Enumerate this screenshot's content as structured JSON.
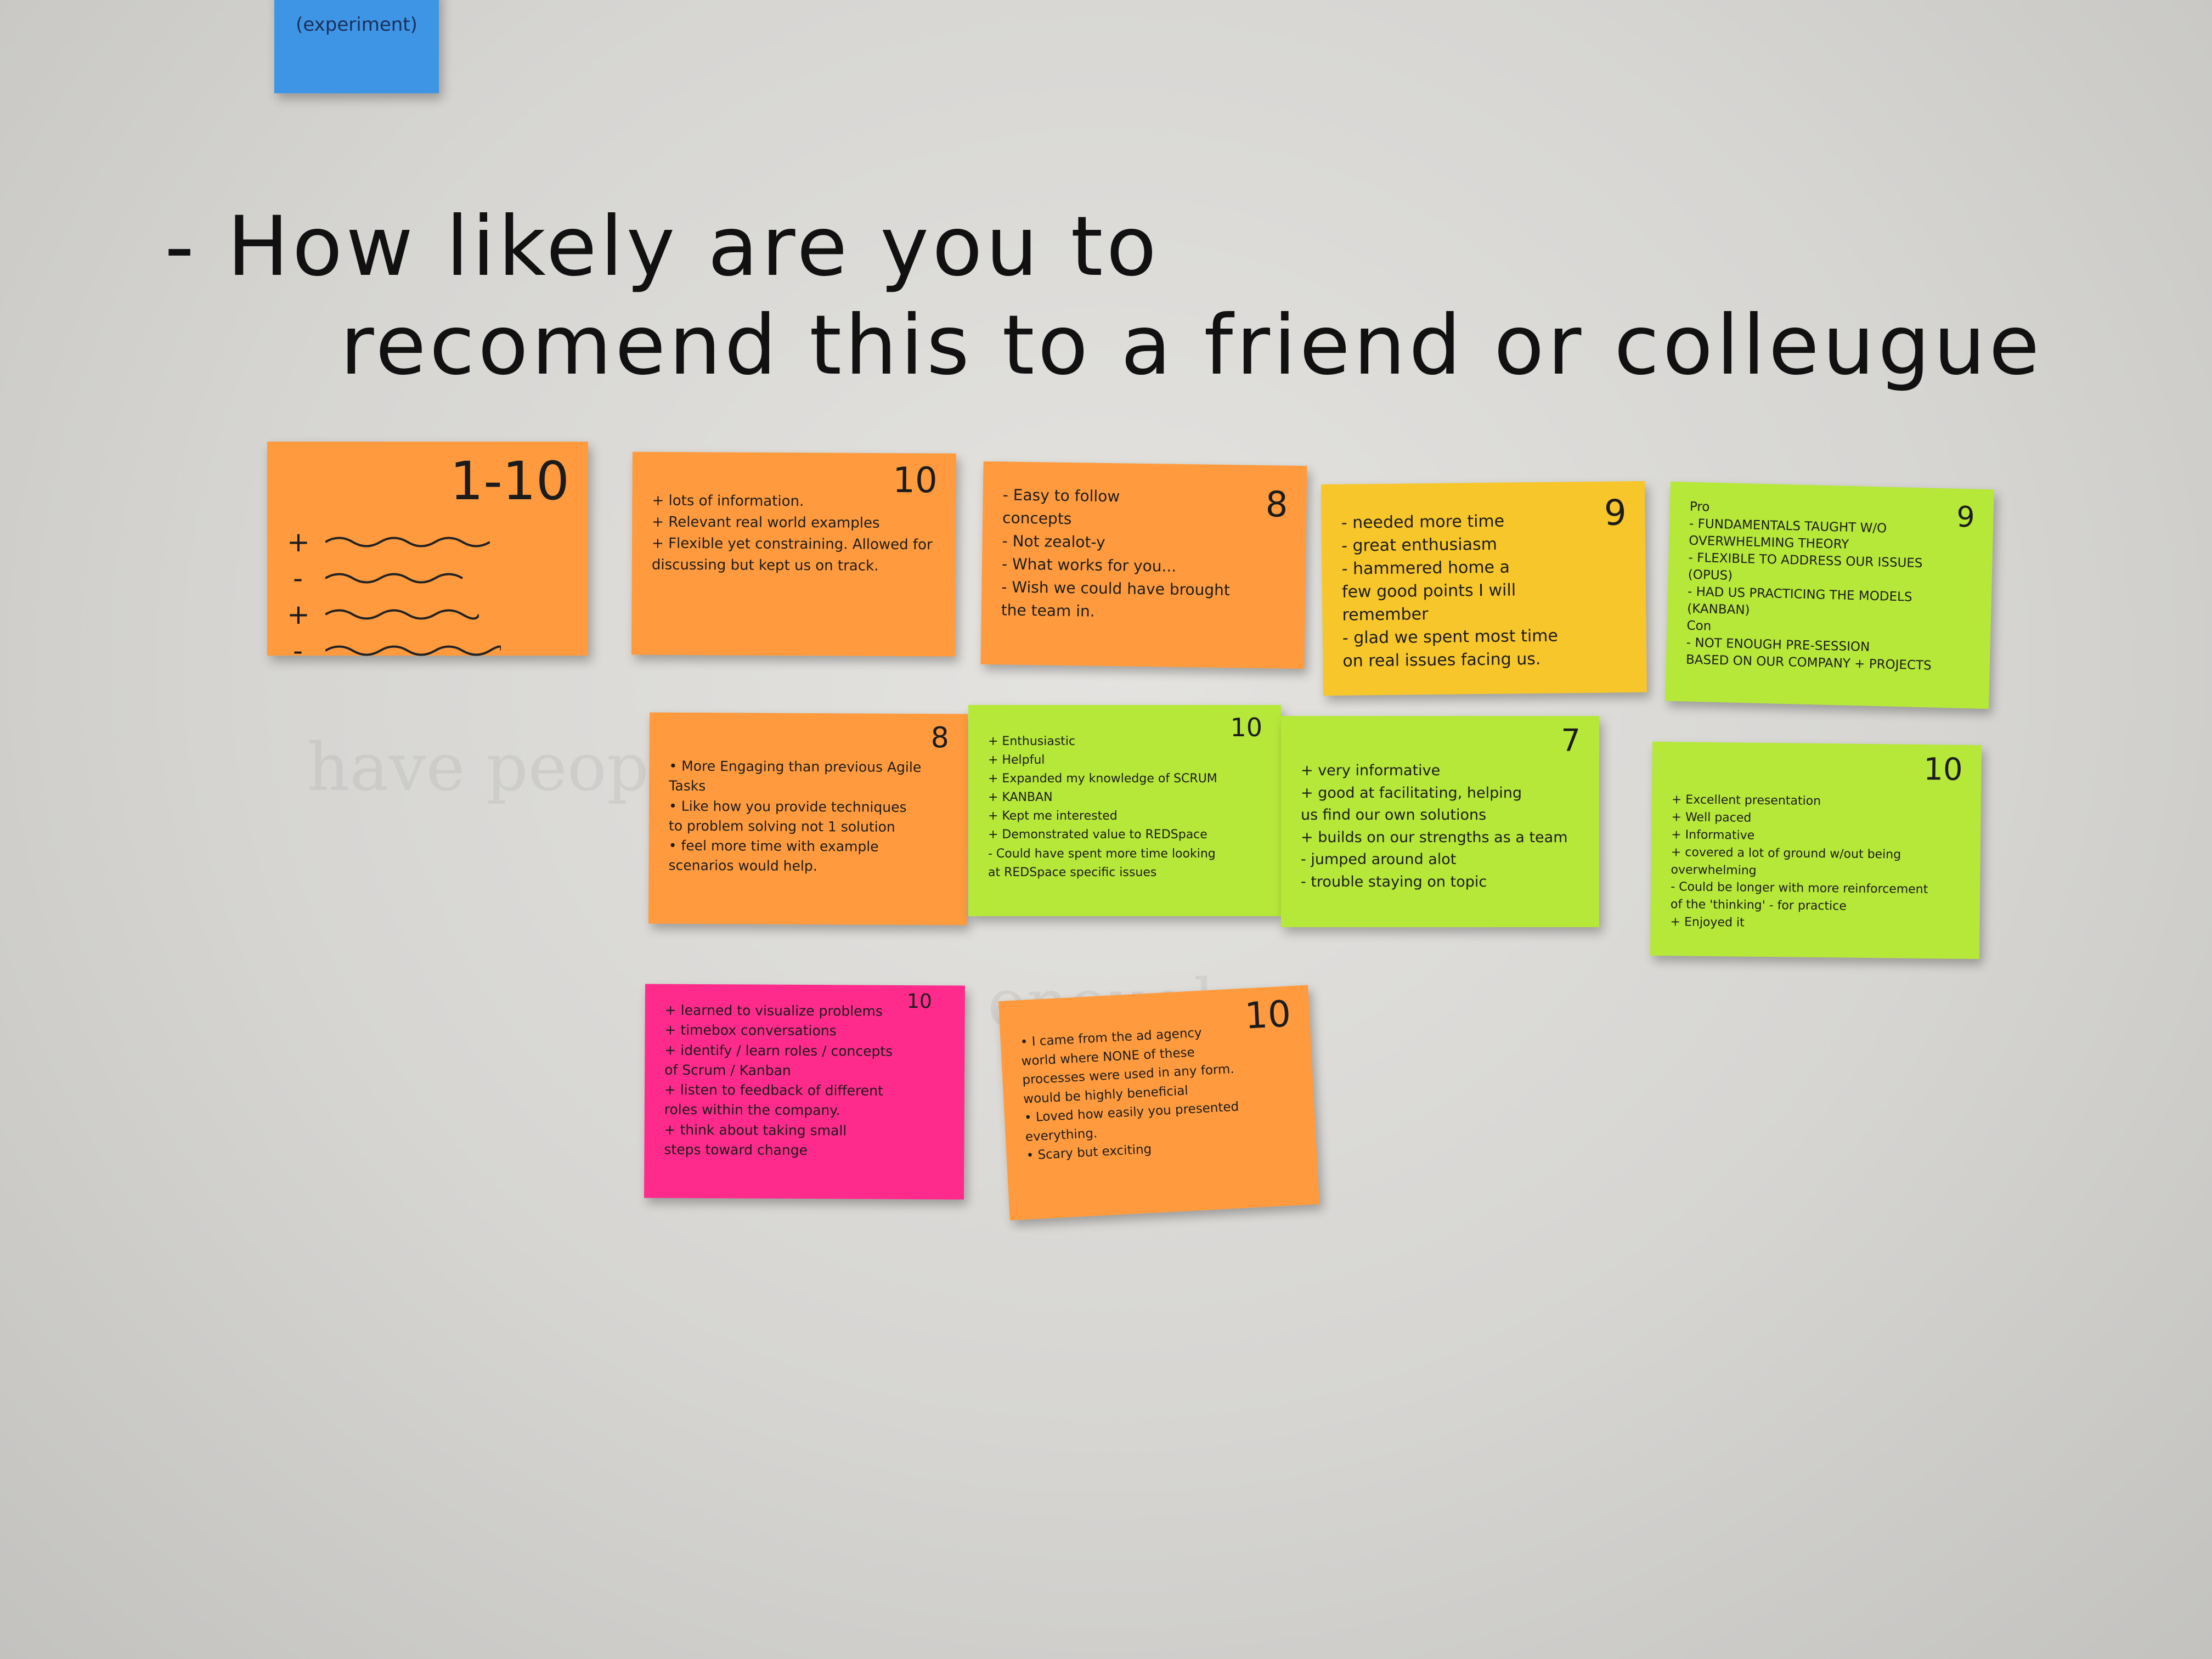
{
  "scene": {
    "background_color": "#d8d7d4",
    "note_colors": {
      "orange": "#ff9b3e",
      "yellow": "#f7c62a",
      "lime": "#b6e83a",
      "pink": "#ff2b8c",
      "blue": "#3e95e6"
    }
  },
  "top_note": {
    "text": "(experiment)"
  },
  "question": {
    "line1": "- How likely are you to",
    "line2": "recomend this to a friend or colleugue"
  },
  "legend_note": {
    "title": "1-10",
    "symbols": [
      "+",
      "-",
      "+",
      "-"
    ]
  },
  "notes": [
    {
      "score": "10",
      "lines": [
        "+ lots of information.",
        "+ Relevant real world examples",
        "+ Flexible yet constraining. Allowed for",
        "discussing but kept us on track."
      ]
    },
    {
      "score": "8",
      "lines": [
        "- Easy to follow",
        "concepts",
        "- Not zealot-y",
        "- What works for you...",
        "- Wish we could have brought",
        "the team in."
      ]
    },
    {
      "score": "9",
      "lines": [
        "- needed more time",
        "- great enthusiasm",
        "- hammered home a",
        "few good points I will",
        "remember",
        "- glad we spent most time",
        "on real issues facing us."
      ]
    },
    {
      "score": "9",
      "lines": [
        "Pro",
        "- FUNDAMENTALS TAUGHT W/O",
        "OVERWHELMING THEORY",
        "- FLEXIBLE TO ADDRESS OUR ISSUES",
        "(OPUS)",
        "- HAD US PRACTICING THE MODELS",
        "(KANBAN)",
        "Con",
        "- NOT ENOUGH PRE-SESSION",
        "BASED ON OUR COMPANY + PROJECTS"
      ]
    },
    {
      "score": "8",
      "lines": [
        "• More Engaging than previous Agile Tasks",
        "• Like how you provide techniques",
        "to problem solving not 1 solution",
        "• feel more time with example",
        "scenarios would help."
      ]
    },
    {
      "score": "10",
      "lines": [
        "+ Enthusiastic",
        "+ Helpful",
        "+ Expanded my knowledge of SCRUM",
        "+ KANBAN",
        "+ Kept me interested",
        "+ Demonstrated value to REDSpace",
        "- Could have spent more time looking",
        "at REDSpace specific issues"
      ]
    },
    {
      "score": "7",
      "lines": [
        "+ very informative",
        "+ good at facilitating, helping",
        "us find our own solutions",
        "+ builds on our strengths as a team",
        "",
        "- jumped around alot",
        "- trouble staying on topic"
      ]
    },
    {
      "score": "10",
      "lines": [
        "+ Excellent presentation",
        "+ Well paced",
        "+ Informative",
        "+ covered a lot of ground w/out being",
        "overwhelming",
        "- Could be longer with more reinforcement",
        "of the 'thinking' - for practice",
        "+ Enjoyed it"
      ]
    },
    {
      "score": "10",
      "lines": [
        "+ learned to visualize problems",
        "+ timebox conversations",
        "+ identify / learn roles / concepts",
        "of Scrum / Kanban",
        "+ listen to feedback of different",
        "roles within the company.",
        "+ think about taking small",
        "steps toward change"
      ]
    },
    {
      "score": "10",
      "lines": [
        "• I came from the ad agency",
        "world where NONE of these",
        "processes were used in any form.",
        "would be highly beneficial",
        "• Loved how easily you presented",
        "everything.",
        "• Scary but exciting"
      ]
    }
  ]
}
